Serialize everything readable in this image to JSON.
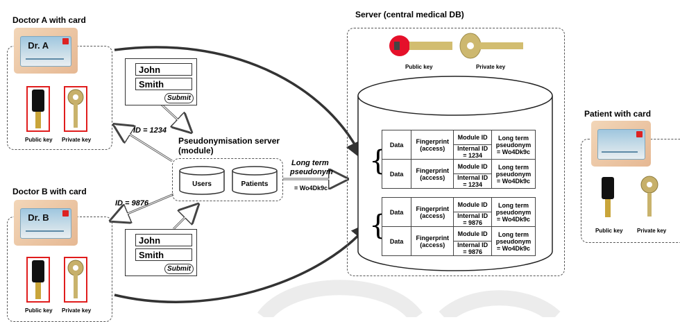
{
  "doctor_a": {
    "title": "Doctor A with card",
    "card_name": "Dr. A",
    "public_key": "Public key",
    "private_key": "Private key"
  },
  "doctor_b": {
    "title": "Doctor B with card",
    "card_name": "Dr. B",
    "public_key": "Public key",
    "private_key": "Private key"
  },
  "patient": {
    "title": "Patient with card",
    "public_key": "Public key",
    "private_key": "Private key"
  },
  "form_a": {
    "first": "John",
    "last": "Smith",
    "submit": "Submit"
  },
  "form_b": {
    "first": "John",
    "last": "Smith",
    "submit": "Submit"
  },
  "id_a": "ID = 1234",
  "id_b": "ID = 9876",
  "pseudo_server": {
    "title_line1": "Pseudonymisation server",
    "title_line2": "(module)",
    "db1": "Users",
    "db2": "Patients"
  },
  "long_term": {
    "line1": "Long term",
    "line2": "pseudonym",
    "value": "= Wo4Dk9c"
  },
  "server": {
    "title": "Server (central medical DB)",
    "public_key": "Public key",
    "private_key": "Private key"
  },
  "db_tables": [
    {
      "rows": [
        {
          "data": "Data",
          "fp": [
            "Fingerprint",
            "(access)"
          ],
          "module": "Module ID",
          "internal": [
            "Internal ID",
            "= 1234"
          ],
          "lt": [
            "Long term",
            "pseudonym",
            "= Wo4Dk9c"
          ]
        },
        {
          "data": "Data",
          "fp": [
            "Fingerprint",
            "(access)"
          ],
          "module": "Module ID",
          "internal": [
            "Internal ID",
            "= 1234"
          ],
          "lt": [
            "Long term",
            "pseudonym",
            "= Wo4Dk9c"
          ]
        }
      ]
    },
    {
      "rows": [
        {
          "data": "Data",
          "fp": [
            "Fingerprint",
            "(access)"
          ],
          "module": "Module ID",
          "internal": [
            "Internal ID",
            "= 9876"
          ],
          "lt": [
            "Long term",
            "pseudonym",
            "= Wo4Dk9c"
          ]
        },
        {
          "data": "Data",
          "fp": [
            "Fingerprint",
            "(access)"
          ],
          "module": "Module ID",
          "internal": [
            "Internal ID",
            "= 9876"
          ],
          "lt": [
            "Long term",
            "pseudonym",
            "= Wo4Dk9c"
          ]
        }
      ]
    }
  ]
}
